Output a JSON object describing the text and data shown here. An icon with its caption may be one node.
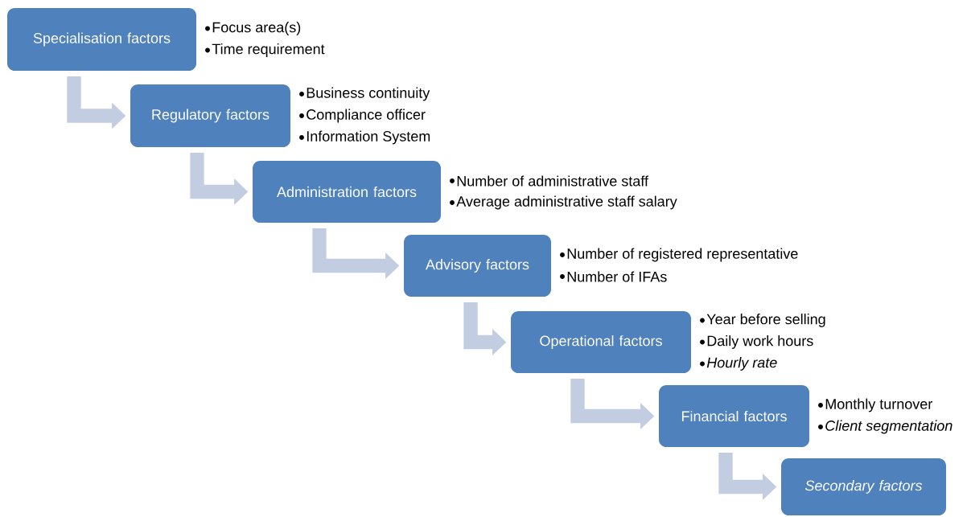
{
  "diagram": {
    "nodes": [
      {
        "text": [
          "Specialisation factors"
        ],
        "beside": [
          "Focus area(s)",
          "Time requirement"
        ]
      },
      {
        "text": [
          "Regulatory factors"
        ],
        "beside": [
          "Business continuity",
          "Compliance officer",
          "Information System"
        ]
      },
      {
        "text": [
          "Administration factors"
        ],
        "beside": [
          "Number of administrative staff",
          "Average administrative staff salary"
        ]
      },
      {
        "text": [
          "Advisory factors"
        ],
        "beside": [
          "Number of registered representative",
          "Number of IFAs"
        ]
      },
      {
        "text": [
          "Operational factors"
        ],
        "beside": [
          "Year before selling",
          "Daily work hours",
          "*Hourly rate*"
        ]
      },
      {
        "text": [
          "Financial factors"
        ],
        "beside": [
          "Monthly turnover",
          "*Client segmentation*"
        ]
      },
      {
        "text": [
          "*Secondary factors*"
        ]
      }
    ],
    "edges": [
      {
        "from": 0,
        "to": 1,
        "arrow": "to"
      },
      {
        "from": 1,
        "to": 2,
        "arrow": "to"
      },
      {
        "from": 2,
        "to": 3,
        "arrow": "to"
      },
      {
        "from": 3,
        "to": 4,
        "arrow": "to"
      },
      {
        "from": 4,
        "to": 5,
        "arrow": "to"
      },
      {
        "from": 5,
        "to": 6,
        "arrow": "to"
      }
    ]
  }
}
